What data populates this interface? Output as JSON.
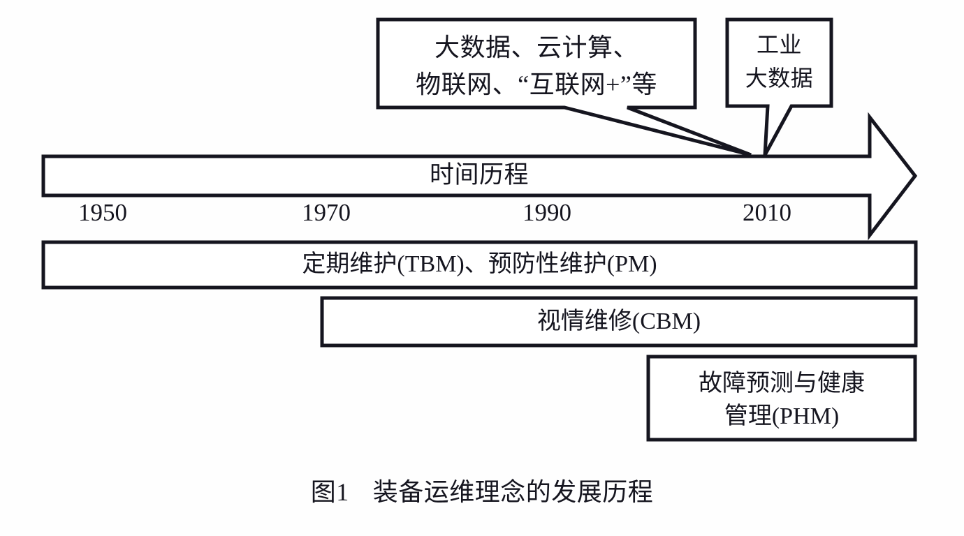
{
  "figure": {
    "caption_label": "图1",
    "caption_title": "装备运维理念的发展历程",
    "background_color": "#fefefe",
    "line_color": "#15151f"
  },
  "callouts": [
    {
      "id": "tech-trends",
      "line1": "大数据、云计算、",
      "line2": "物联网、“互联网+”等"
    },
    {
      "id": "industrial-big-data",
      "line1": "工业",
      "line2": "大数据"
    }
  ],
  "timeline": {
    "arrow_label": "时间历程",
    "years": [
      "1950",
      "1970",
      "1990",
      "2010"
    ]
  },
  "eras": [
    {
      "id": "tbm-pm",
      "label": "定期维护(TBM)、预防性维护(PM)"
    },
    {
      "id": "cbm",
      "label": "视情维修(CBM)"
    },
    {
      "id": "phm",
      "line1": "故障预测与健康",
      "line2": "管理(PHM)"
    }
  ]
}
